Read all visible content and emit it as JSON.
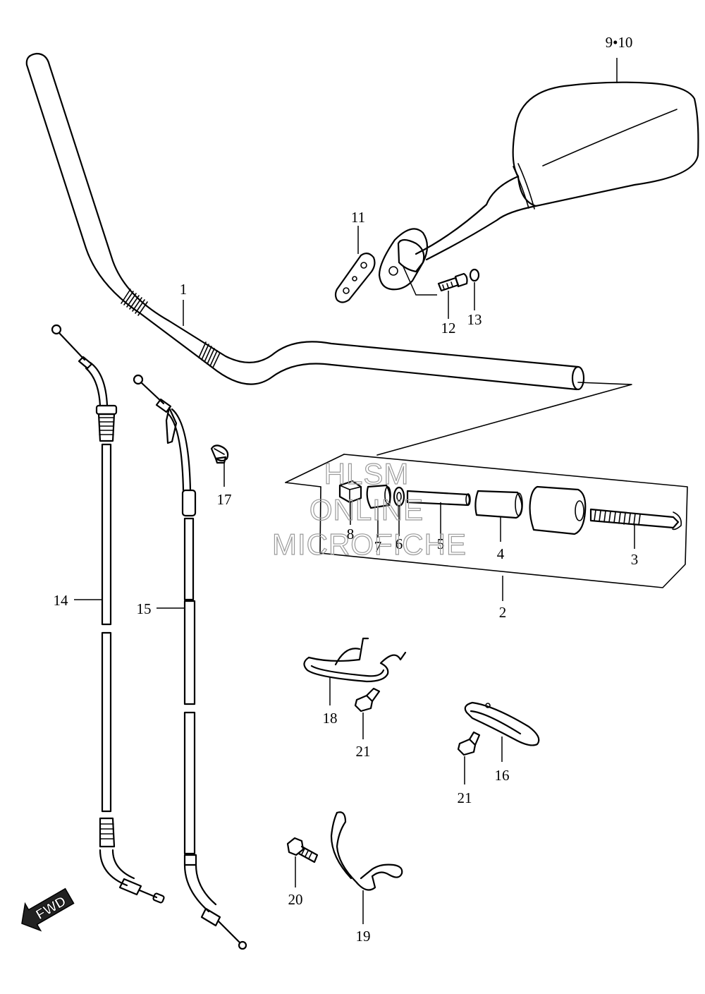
{
  "callouts": {
    "c1": "1",
    "c2": "2",
    "c3": "3",
    "c4": "4",
    "c5": "5",
    "c6": "6",
    "c7": "7",
    "c8": "8",
    "c9_10": "9•10",
    "c11": "11",
    "c12": "12",
    "c13": "13",
    "c14": "14",
    "c15": "15",
    "c16": "16",
    "c17": "17",
    "c18": "18",
    "c19": "19",
    "c20": "20",
    "c21a": "21",
    "c21b": "21"
  },
  "watermark": {
    "line1": "HLSM",
    "line2": "ONLINE",
    "line3": "MICROFICHE"
  },
  "fwd_label": "FWD"
}
